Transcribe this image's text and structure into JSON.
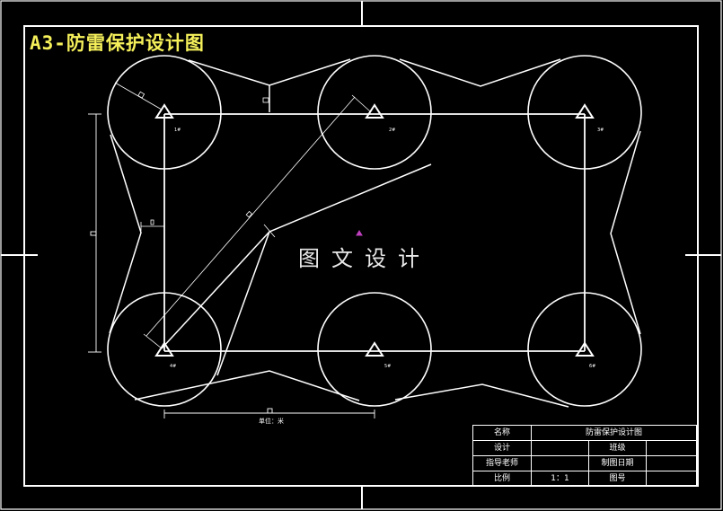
{
  "drawing": {
    "title": "A3-防雷保护设计图",
    "title_color": "#f5f05a",
    "watermark": "图文设计",
    "background": "#000000",
    "line_color": "#ffffff",
    "marker_color": "#c040c0",
    "bottom_dimension_label": "单位：米",
    "node_labels": [
      "1#",
      "2#",
      "3#",
      "4#",
      "5#",
      "6#"
    ]
  },
  "title_block": {
    "rows": [
      {
        "label": "名称",
        "value": "防雷保护设计图"
      },
      {
        "label": "设计",
        "value": "",
        "label2": "班级",
        "value2": ""
      },
      {
        "label": "指导老师",
        "value": "",
        "label2": "制图日期",
        "value2": ""
      },
      {
        "label": "比例",
        "value": "1：1",
        "label2": "图号",
        "value2": ""
      }
    ]
  }
}
